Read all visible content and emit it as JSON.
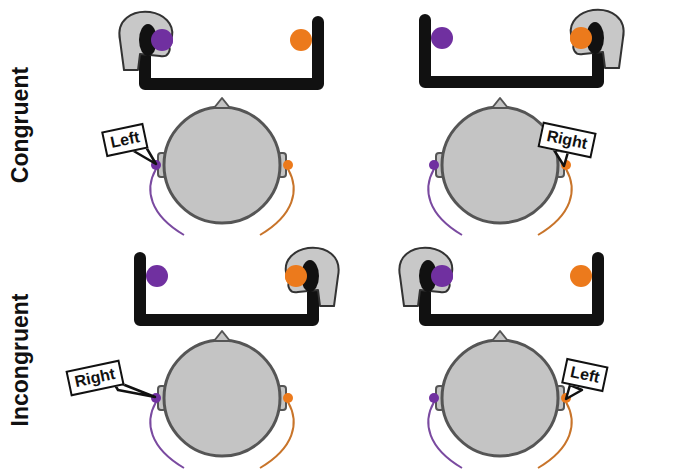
{
  "diagram": {
    "nodes": [
      {
        "text": [
          "Left"
        ]
      },
      {
        "text": [
          "Right"
        ]
      },
      {
        "text": [
          "Right"
        ]
      },
      {
        "text": [
          "Left"
        ]
      }
    ],
    "labels": [
      "Congruent",
      "Incongruent"
    ]
  }
}
